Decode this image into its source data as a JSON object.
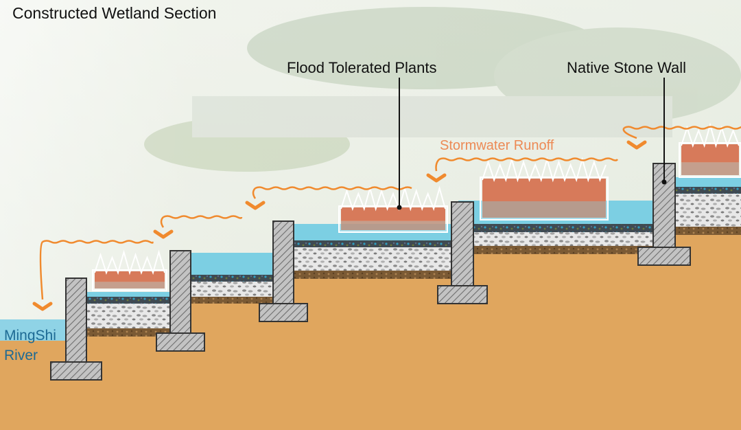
{
  "title": "Constructed Wetland Section",
  "labels": {
    "plants": "Flood Tolerated Plants",
    "wall": "Native Stone Wall",
    "runoff": "Stormwater Runoff",
    "river_line1": "MingShi",
    "river_line2": "River"
  },
  "colors": {
    "soil": "#e0a65e",
    "water": "#7ccfe3",
    "plant_fill": "#d77a5a",
    "runoff": "#f08a2e",
    "runoff_text": "#ec8a55",
    "river_text": "#1d6a94",
    "wall_fill": "#bdbdbd",
    "text": "#111111"
  },
  "legend_icons": [
    "downward-chevron-arrow-icon",
    "wavy-runoff-line-icon",
    "hatched-retaining-wall-icon",
    "grass-tuft-icon"
  ]
}
